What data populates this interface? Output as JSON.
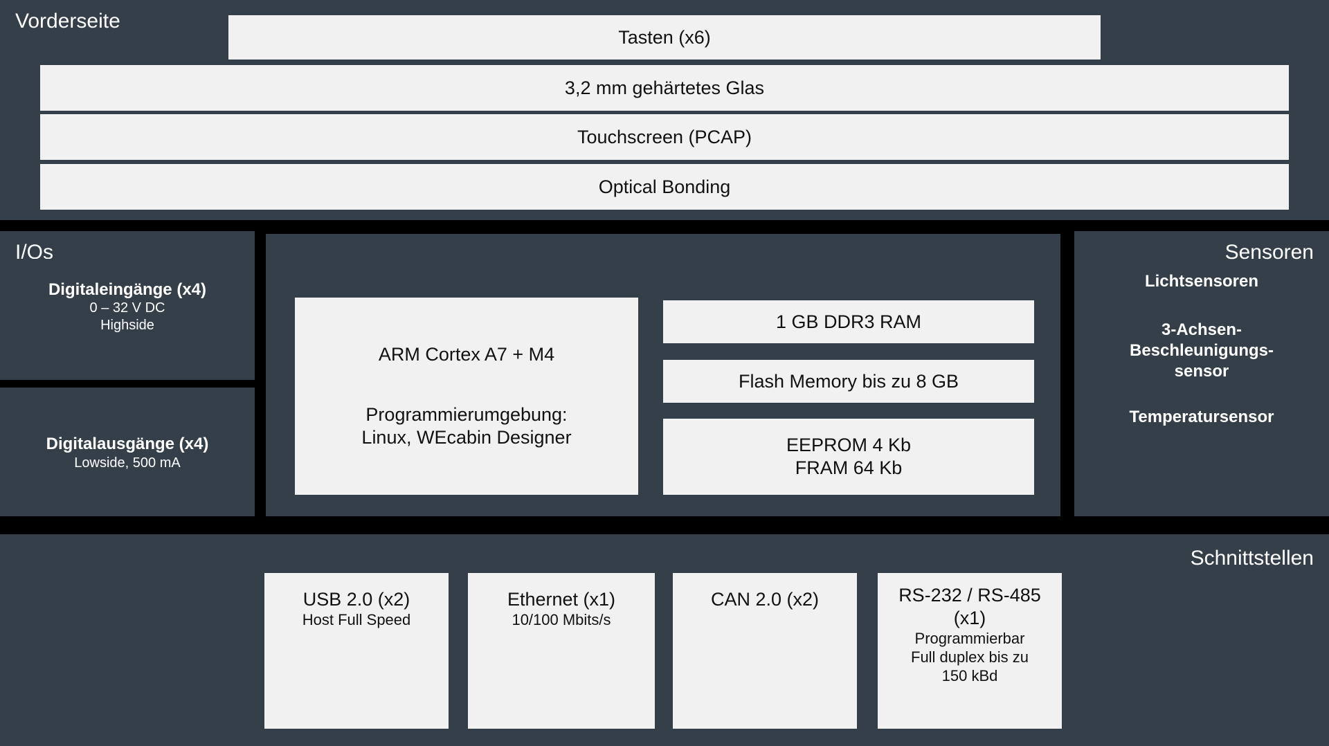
{
  "colors": {
    "background": "#000000",
    "panel_dark": "#343f49",
    "chip_light": "#f1f1f1",
    "text_light": "#ffffff",
    "text_dark": "#111111"
  },
  "front": {
    "title": "Vorderseite",
    "items": [
      {
        "label": "Tasten (x6)"
      },
      {
        "label": "3,2 mm gehärtetes Glas"
      },
      {
        "label": "Touchscreen (PCAP)"
      },
      {
        "label": "Optical Bonding"
      }
    ]
  },
  "ios": {
    "title": "I/Os",
    "inputs": {
      "title": "Digitaleingänge (x4)",
      "line1": "0 – 32 V DC",
      "line2": "Highside"
    },
    "outputs": {
      "title": "Digitalausgänge (x4)",
      "line1": "Lowside, 500 mA"
    }
  },
  "core": {
    "cpu": {
      "line1": "ARM Cortex A7 + M4",
      "line2": "Programmierumgebung:",
      "line3": "Linux, WEcabin Designer"
    },
    "memory": [
      {
        "line1": "1 GB DDR3 RAM"
      },
      {
        "line1": "Flash Memory bis zu 8 GB"
      },
      {
        "line1": "EEPROM 4 Kb",
        "line2": "FRAM 64 Kb"
      }
    ]
  },
  "sensors": {
    "title": "Sensoren",
    "items": [
      "Lichtsensoren",
      "3-Achsen-\nBeschleunigungs-\nsensor",
      "Temperatursensor"
    ],
    "item_light": "Lichtsensoren",
    "item_accel_line1": "3-Achsen-",
    "item_accel_line2": "Beschleunigungs-",
    "item_accel_line3": "sensor",
    "item_temp": "Temperatursensor"
  },
  "interfaces": {
    "title": "Schnittstellen",
    "items": [
      {
        "title": "USB 2.0 (x2)",
        "line1": "Host Full Speed",
        "line2": "",
        "line3": ""
      },
      {
        "title": "Ethernet (x1)",
        "line1": "10/100 Mbits/s",
        "line2": "",
        "line3": ""
      },
      {
        "title": "CAN 2.0 (x2)",
        "line1": "",
        "line2": "",
        "line3": ""
      },
      {
        "title": "RS-232 / RS-485",
        "title2": "(x1)",
        "line1": "Programmierbar",
        "line2": "Full duplex bis zu",
        "line3": "150 kBd"
      }
    ]
  }
}
